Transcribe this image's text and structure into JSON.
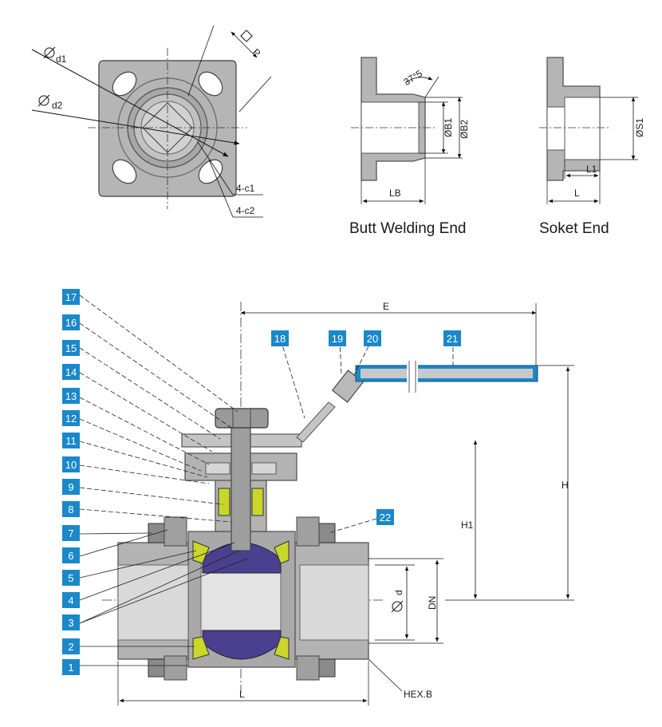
{
  "captions": {
    "butt_welding": "Butt Welding End",
    "socket": "Soket End"
  },
  "flange_view": {
    "d1": "d1",
    "d2": "d2",
    "p": "P",
    "c1": "4-c1",
    "c2": "4-c2"
  },
  "butt_view": {
    "angle": "37°5",
    "b1": "ØB1",
    "b2": "ØB2",
    "lb": "LB"
  },
  "socket_view": {
    "s1": "ØS1",
    "l1": "L1",
    "l": "L"
  },
  "main_view": {
    "e": "E",
    "h": "H",
    "h1": "H1",
    "dn": "DN",
    "d": "d",
    "l": "L",
    "hex": "HEX.B"
  },
  "part_numbers": [
    "1",
    "2",
    "3",
    "4",
    "5",
    "6",
    "7",
    "8",
    "9",
    "10",
    "11",
    "12",
    "13",
    "14",
    "15",
    "16",
    "17",
    "18",
    "19",
    "20",
    "21",
    "22"
  ],
  "colors": {
    "metal": "#b3b3b3",
    "metal_dark": "#8c8c8c",
    "ball": "#4b3f8f",
    "seat": "#c9d62a",
    "handle": "#1a88c9",
    "label_bg": "#1a88c9"
  }
}
